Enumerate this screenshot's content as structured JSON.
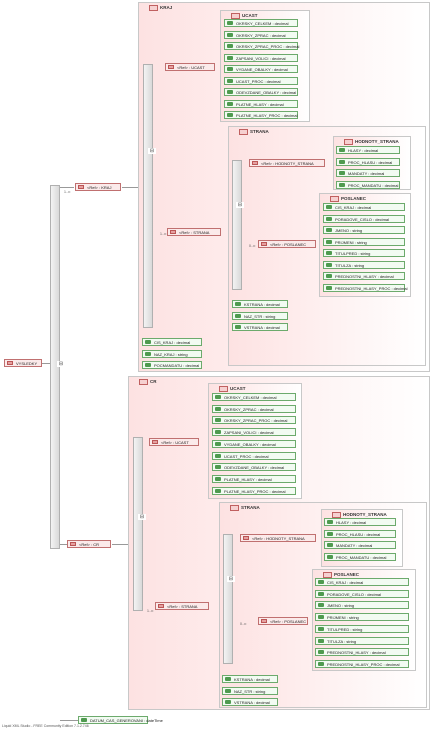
{
  "root": {
    "label": "VYSLEDKY"
  },
  "kraj_ref": {
    "label": "<Ref> : KRAJ",
    "mult": "1..∞"
  },
  "cr_ref": {
    "label": "<Ref> : CR"
  },
  "kraj": {
    "title": "KRAJ",
    "ucast_ref": "<Ref> : UCAST",
    "ucast_title": "UCAST",
    "ucast_attrs": [
      "OKRSKY_CELKEM : decimal",
      "OKRSKY_ZPRAC : decimal",
      "OKRSKY_ZPRAC_PROC : decimal",
      "ZAPSANI_VOLICI : decimal",
      "VYDANE_OBALKY : decimal",
      "UCAST_PROC : decimal",
      "ODEVZDANE_OBALKY : decimal",
      "PLATNE_HLASY : decimal",
      "PLATNE_HLASY_PROC : decimal"
    ],
    "strana_ref": "<Ref> : STRANA",
    "strana_mult": "1..∞",
    "strana_title": "STRANA",
    "hs_ref": "<Ref> : HODNOTY_STRANA",
    "hs_title": "HODNOTY_STRANA",
    "hs_attrs": [
      "HLASY : decimal",
      "PROC_HLASU : decimal",
      "MANDATY : decimal",
      "PROC_MANDATU : decimal"
    ],
    "pos_ref": "<Ref> : POSLANEC",
    "pos_mult": "0..∞",
    "pos_title": "POSLANEC",
    "pos_attrs": [
      "CIS_KRAJ : decimal",
      "PORADOVE_CISLO : decimal",
      "JMENO : string",
      "PRIJMENI : string",
      "TITULPRED : string",
      "TITULZA : string",
      "PREDNOSTNI_HLASY : decimal",
      "PREDNOSTNI_HLASY_PROC : decimal"
    ],
    "strana_attrs": [
      "KSTRANA : decimal",
      "NAZ_STR : string",
      "VSTRANA : decimal"
    ],
    "kraj_attrs": [
      "CIS_KRAJ : decimal",
      "NAZ_KRAJ : string",
      "POCMANDATU : decimal"
    ]
  },
  "cr": {
    "title": "CR",
    "ucast_ref": "<Ref> : UCAST",
    "ucast_title": "UCAST",
    "ucast_attrs": [
      "OKRSKY_CELKEM : decimal",
      "OKRSKY_ZPRAC : decimal",
      "OKRSKY_ZPRAC_PROC : decimal",
      "ZAPSANI_VOLICI : decimal",
      "VYDANE_OBALKY : decimal",
      "UCAST_PROC : decimal",
      "ODEVZDANE_OBALKY : decimal",
      "PLATNE_HLASY : decimal",
      "PLATNE_HLASY_PROC : decimal"
    ],
    "strana_ref": "<Ref> : STRANA",
    "strana_mult": "1..∞",
    "strana_title": "STRANA",
    "hs_ref": "<Ref> : HODNOTY_STRANA",
    "hs_title": "HODNOTY_STRANA",
    "hs_attrs": [
      "HLASY : decimal",
      "PROC_HLASU : decimal",
      "MANDATY : decimal",
      "PROC_MANDATU : decimal"
    ],
    "pos_ref": "<Ref> : POSLANEC",
    "pos_mult": "0..∞",
    "pos_title": "POSLANEC",
    "pos_attrs": [
      "CIS_KRAJ : decimal",
      "PORADOVE_CISLO : decimal",
      "JMENO : string",
      "PRIJMENI : string",
      "TITULPRED : string",
      "TITULZA : string",
      "PREDNOSTNI_HLASY : decimal",
      "PREDNOSTNI_HLASY_PROC : decimal"
    ],
    "strana_attrs": [
      "KSTRANA : decimal",
      "NAZ_STR : string",
      "VSTRANA : decimal"
    ]
  },
  "datum_attr": "DATUM_CAS_GENEROVANI : dateTime",
  "footer": "Liquid XML Studio - FREE Community Edition 7.1.2.746"
}
